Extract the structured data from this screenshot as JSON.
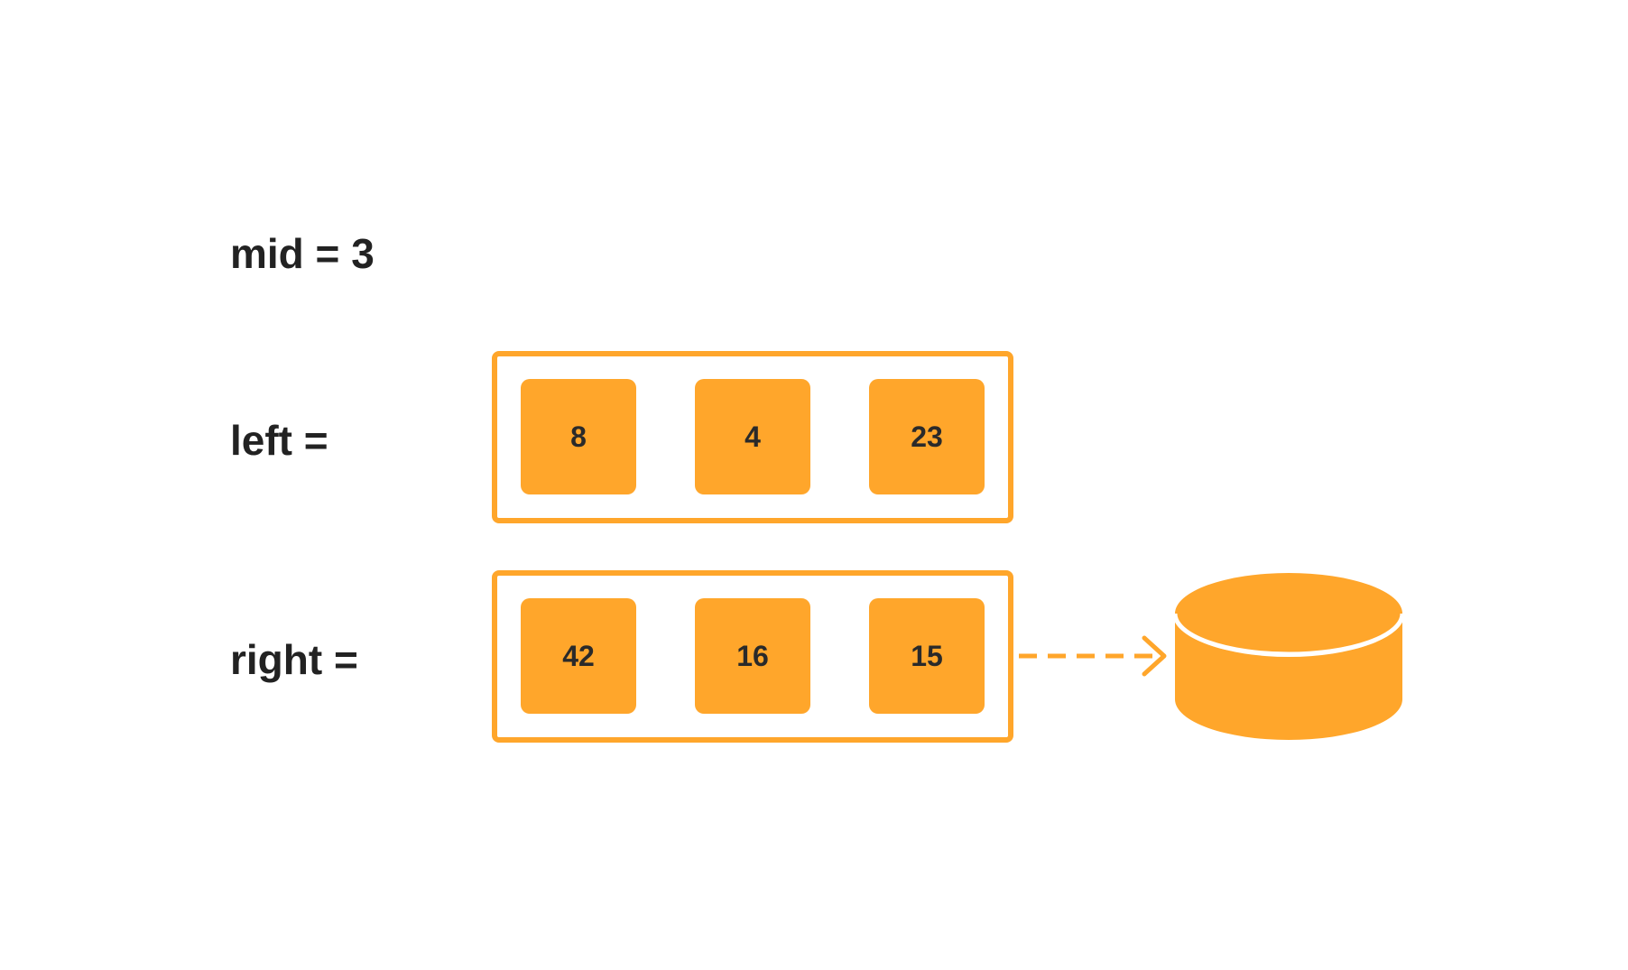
{
  "labels": {
    "mid": "mid = 3",
    "left": "left =",
    "right": "right ="
  },
  "left_array": [
    "8",
    "4",
    "23"
  ],
  "right_array": [
    "42",
    "16",
    "15"
  ],
  "colors": {
    "accent": "#FFA62B",
    "text": "#222222",
    "background": "#FFFFFF"
  },
  "icons": {
    "arrow": "dashed-arrow-right-icon",
    "storage": "database-cylinder-icon"
  }
}
